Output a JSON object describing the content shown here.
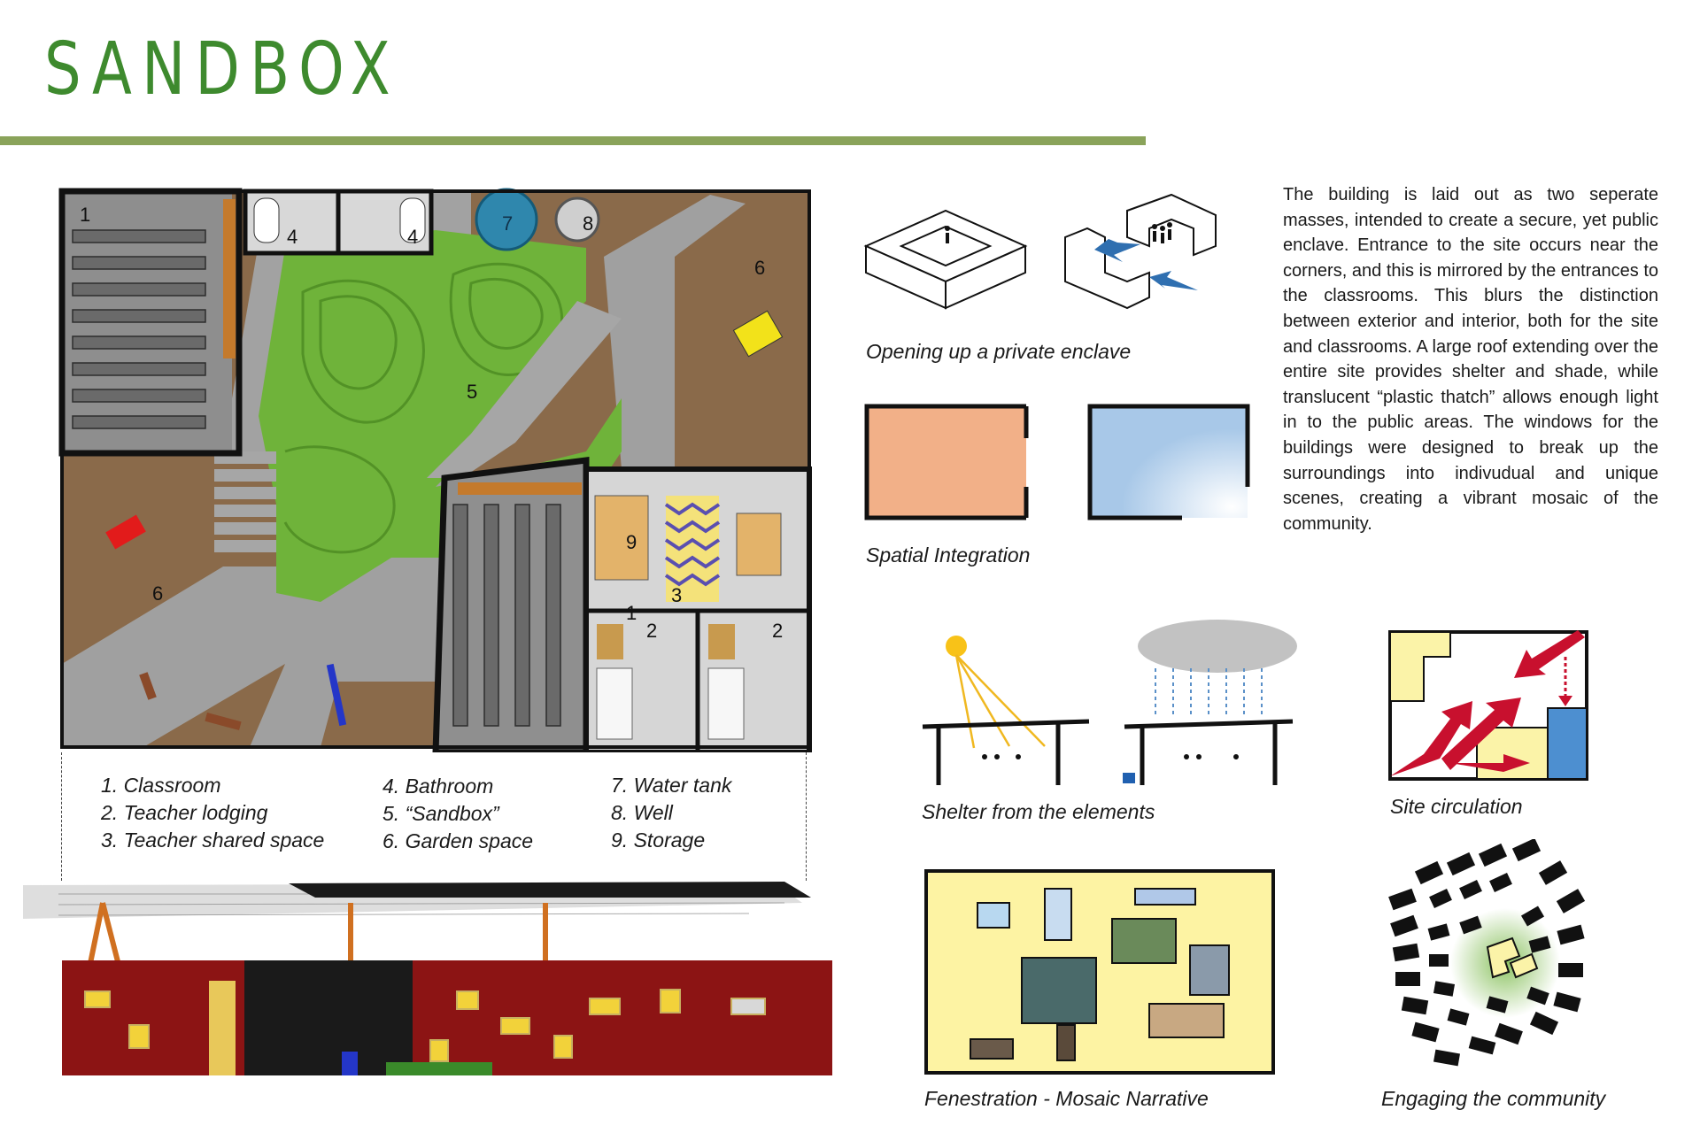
{
  "page": {
    "title": "SANDBOX",
    "description": "The building is laid out as two seperate masses, intended to create a secure, yet public enclave.  Entrance to the site occurs near the corners, and this is mirrored by the entrances to the classrooms. This blurs the distinction between exterior and interior, both for the site and classrooms.  A large roof extending over the entire site provides shelter and shade, while translucent “plastic thatch” allows enough light in to the public areas.  The windows for the buildings were designed to break up the surroundings into indivudual and unique scenes, creating a vibrant mosaic of the community."
  },
  "plan": {
    "room_numbers": [
      "1",
      "4",
      "4",
      "7",
      "8",
      "6",
      "5",
      "6",
      "9",
      "1",
      "3",
      "2",
      "2"
    ]
  },
  "legend": {
    "column1": [
      "1. Classroom",
      "2. Teacher lodging",
      "3. Teacher shared space"
    ],
    "column2": [
      "4. Bathroom",
      "5. “Sandbox”",
      "6. Garden space"
    ],
    "column3": [
      "7. Water tank",
      "8. Well",
      "9. Storage"
    ]
  },
  "diagrams": {
    "enclave": "Opening up a private enclave",
    "spatial": "Spatial Integration",
    "shelter": "Shelter from the elements",
    "circulation": "Site circulation",
    "fenestration": "Fenestration - Mosaic Narrative",
    "community": "Engaging the community"
  },
  "colors": {
    "title_green": "#3e8a2e",
    "rule_green": "#8aa35a",
    "grass": "#6fb33a",
    "paving": "#9a9a9a",
    "soil": "#8a6a4a",
    "water": "#2f87ad",
    "wall_red": "#8c1414",
    "spatial_orange": "#f2b088",
    "spatial_blue": "#a8c8e8",
    "circulation_red": "#c8102e",
    "circulation_yellow": "#fbf3a8",
    "circulation_blue": "#4d8fd0",
    "fenestration_yellow": "#fdf3a3"
  }
}
